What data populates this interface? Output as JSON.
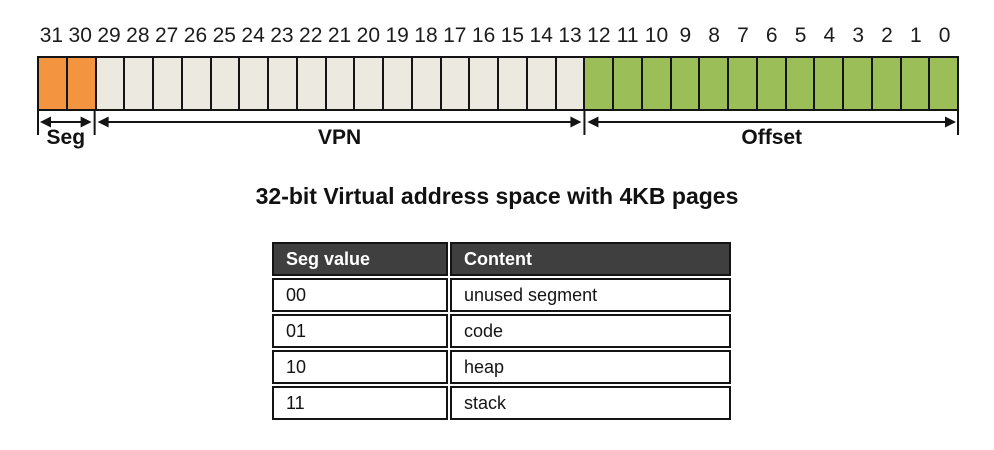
{
  "title": "32-bit Virtual address space with 4KB pages",
  "diagram": {
    "bit_labels": [
      "31",
      "30",
      "29",
      "28",
      "27",
      "26",
      "25",
      "24",
      "23",
      "22",
      "21",
      "20",
      "19",
      "18",
      "17",
      "16",
      "15",
      "14",
      "13",
      "12",
      "11",
      "10",
      "9",
      "8",
      "7",
      "6",
      "5",
      "4",
      "3",
      "2",
      "1",
      "0"
    ],
    "sections": [
      {
        "label": "Seg",
        "bits": 2,
        "fill": "#F29440"
      },
      {
        "label": "VPN",
        "bits": 17,
        "fill": "#ECEAE0"
      },
      {
        "label": "Offset",
        "bits": 13,
        "fill": "#9BBE58"
      }
    ],
    "line_color": "#141414"
  },
  "table": {
    "headers": [
      "Seg value",
      "Content"
    ],
    "rows": [
      [
        "00",
        "unused segment"
      ],
      [
        "01",
        "code"
      ],
      [
        "10",
        "heap"
      ],
      [
        "11",
        "stack"
      ]
    ],
    "header_bg": "#3F3F3F",
    "header_text_color": "#FFFFFF"
  }
}
